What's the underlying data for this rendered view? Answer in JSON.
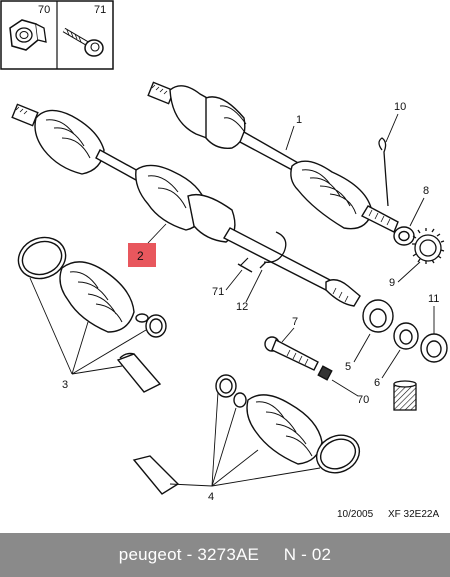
{
  "legend": {
    "box1_label": "70",
    "box2_label": "71"
  },
  "callouts": {
    "c1": "1",
    "c2": "2",
    "c3": "3",
    "c4": "4",
    "c5": "5",
    "c6": "6",
    "c7": "7",
    "c8": "8",
    "c9": "9",
    "c10": "10",
    "c11": "11",
    "c12": "12",
    "c70": "70",
    "c71": "71"
  },
  "stamp": {
    "date": "10/2005",
    "code": "XF 32E22A"
  },
  "footer": {
    "brand": "peugeot",
    "separator": " - ",
    "part_number": "3273AE",
    "position": "N - 02"
  },
  "colors": {
    "highlight": "#e8575d",
    "footer_bg": "#8a8a8a",
    "footer_text": "#ffffff",
    "ink": "#111111"
  }
}
